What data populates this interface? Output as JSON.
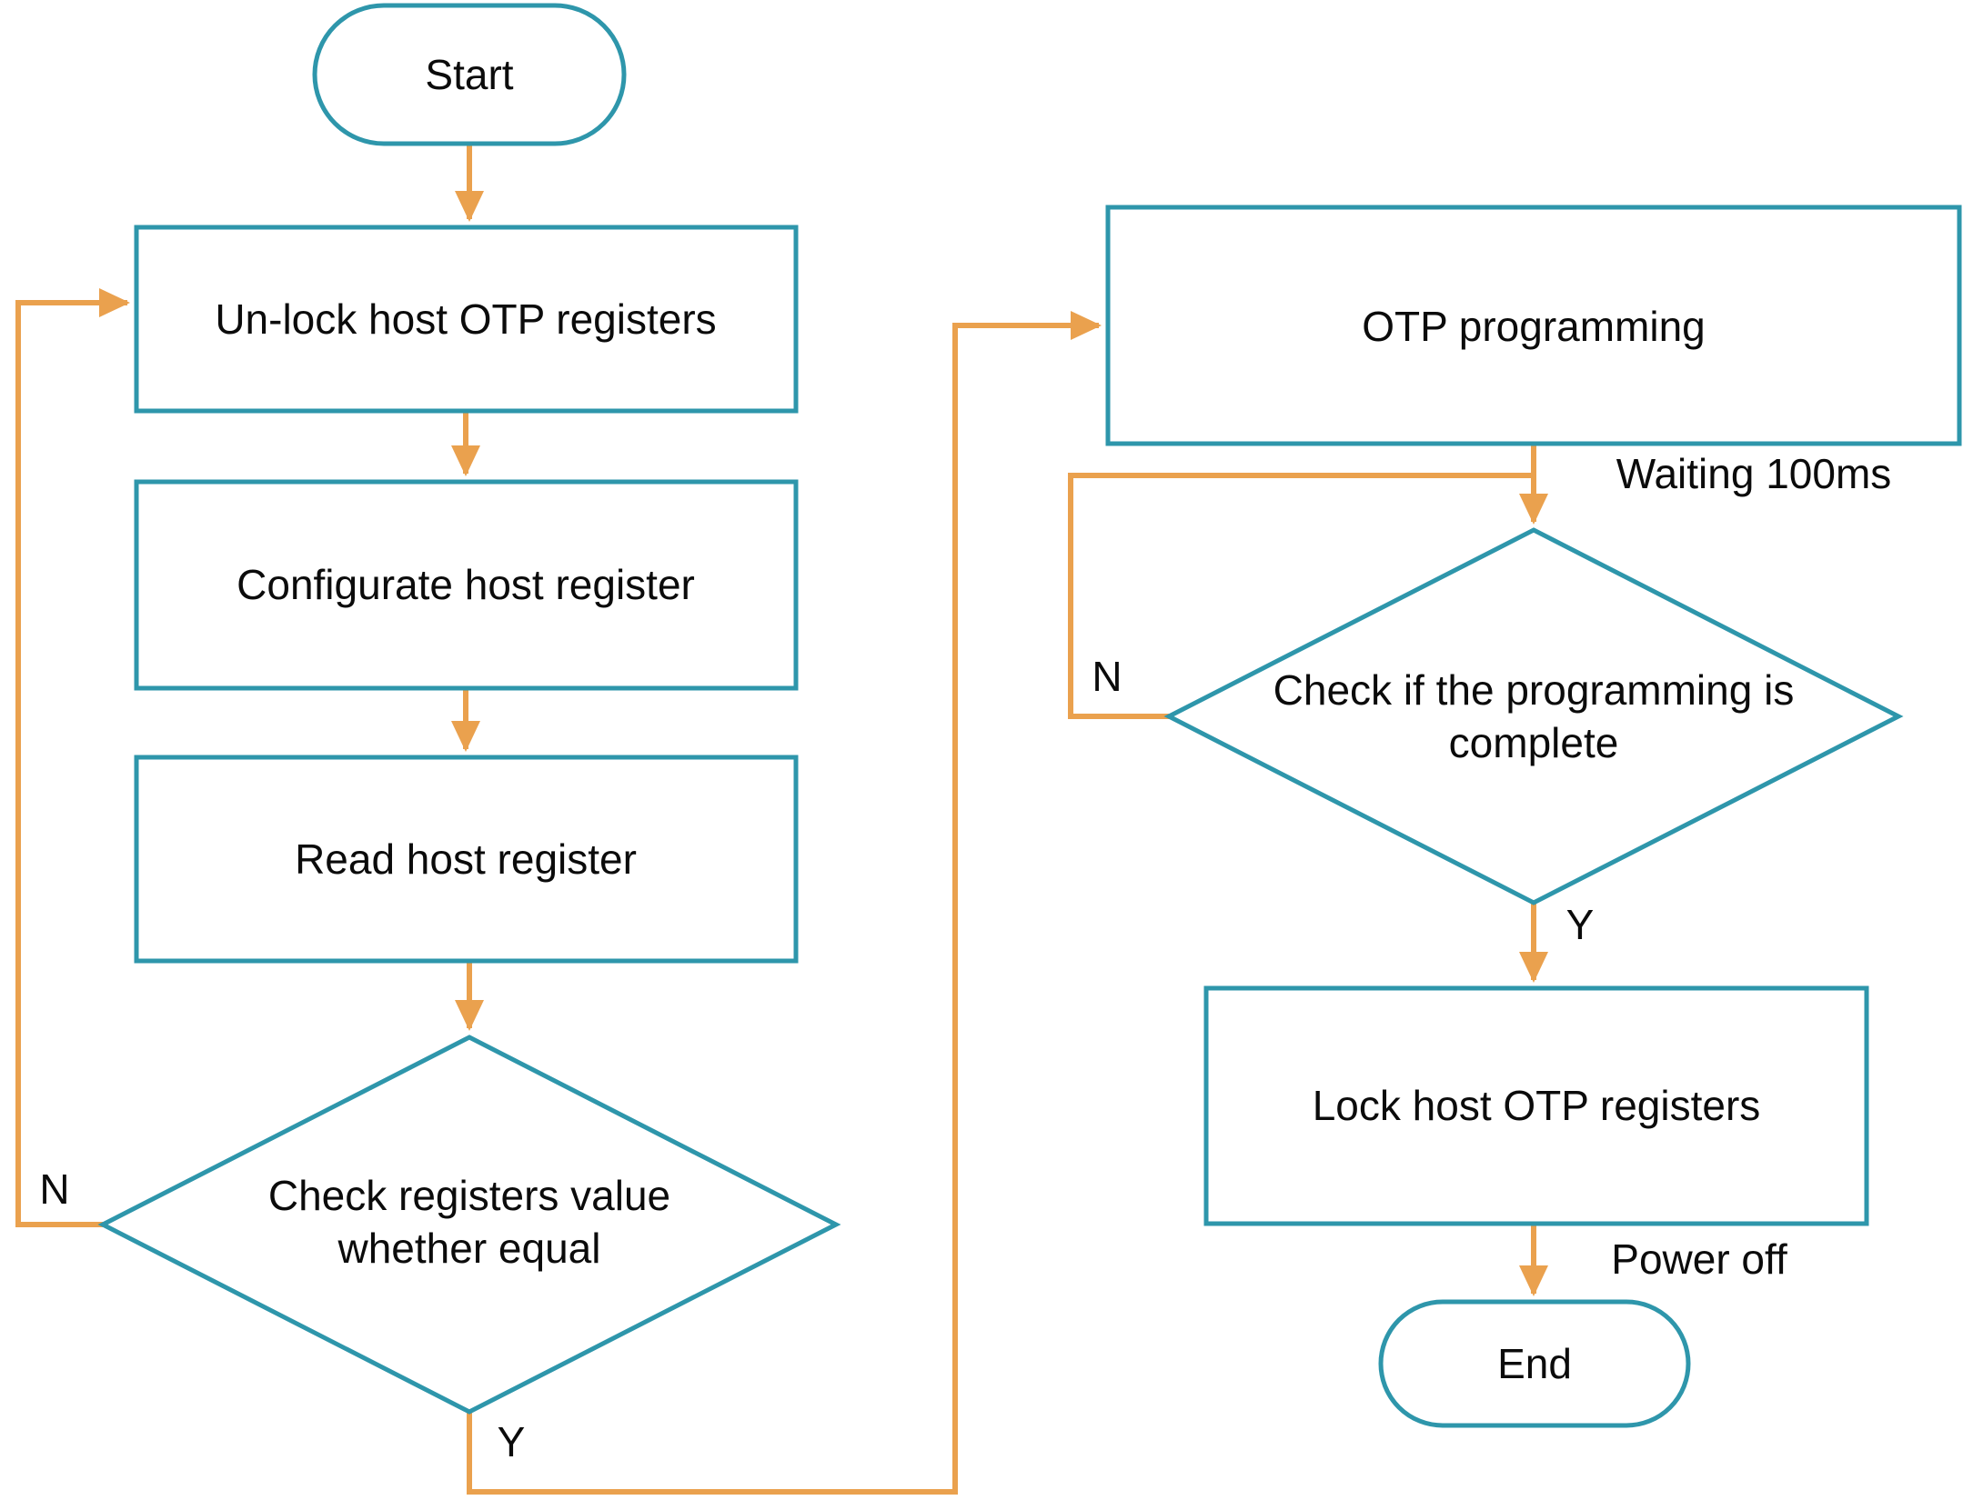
{
  "flowchart": {
    "colors": {
      "shape_border": "#2e96ab",
      "arrow": "#eaa14e",
      "text": "#0b0b0b",
      "background": "#ffffff"
    },
    "nodes": {
      "start": {
        "type": "terminator",
        "label": "Start"
      },
      "unlock": {
        "type": "process",
        "label": "Un-lock host OTP registers"
      },
      "configurate": {
        "type": "process",
        "label": "Configurate host register"
      },
      "read": {
        "type": "process",
        "label": "Read host register"
      },
      "check_equal": {
        "type": "decision",
        "label": "Check registers value whether equal"
      },
      "otp_programming": {
        "type": "process",
        "label": "OTP programming"
      },
      "check_complete": {
        "type": "decision",
        "label": "Check if the programming is complete"
      },
      "lock": {
        "type": "process",
        "label": "Lock host OTP registers"
      },
      "end": {
        "type": "terminator",
        "label": "End"
      }
    },
    "edge_labels": {
      "check_equal_no": "N",
      "check_equal_yes": "Y",
      "check_complete_no": "N",
      "check_complete_yes": "Y",
      "waiting": "Waiting 100ms",
      "power_off": "Power off"
    }
  }
}
